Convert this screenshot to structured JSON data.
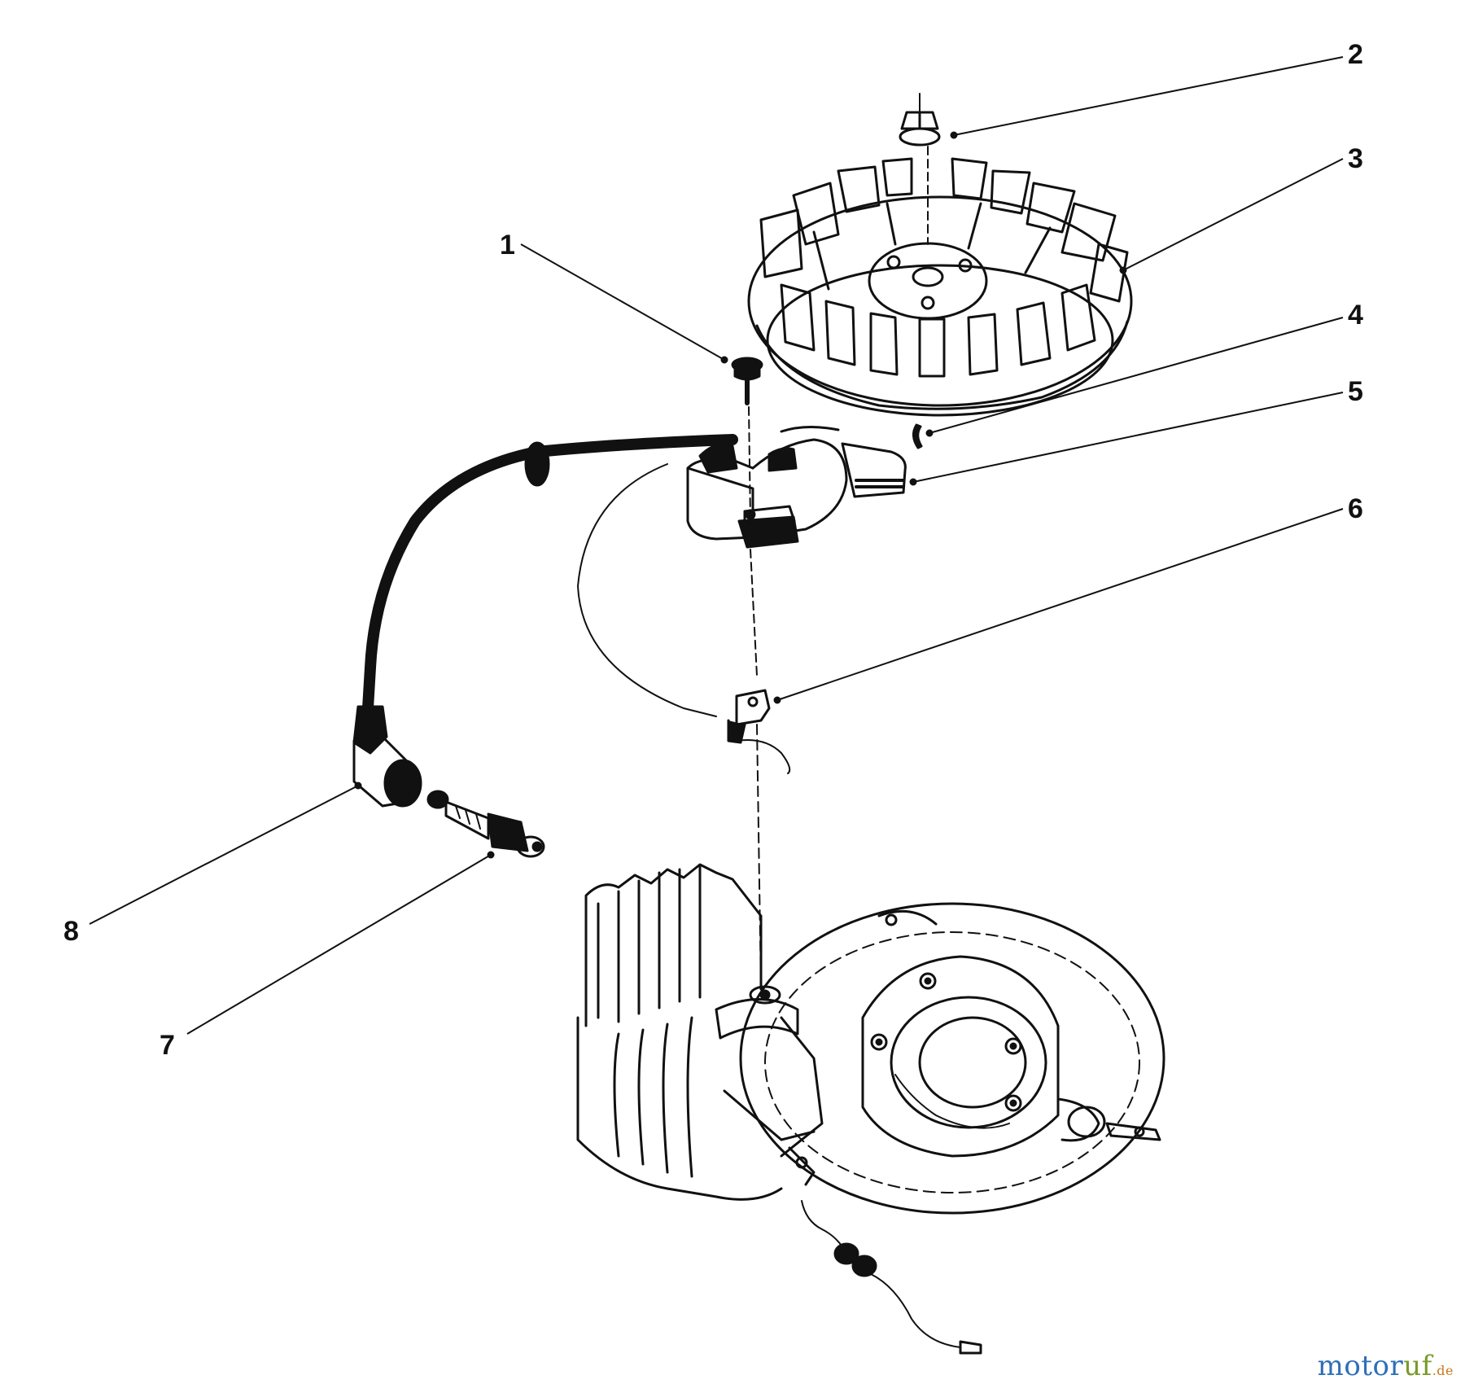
{
  "callouts": {
    "c1": "1",
    "c2": "2",
    "c3": "3",
    "c4": "4",
    "c5": "5",
    "c6": "6",
    "c7": "7",
    "c8": "8"
  },
  "watermark": {
    "brand_part1": "motor",
    "brand_part2": "uf",
    "domain": ".de"
  },
  "colors": {
    "ink": "#111111",
    "paper": "#ffffff"
  }
}
